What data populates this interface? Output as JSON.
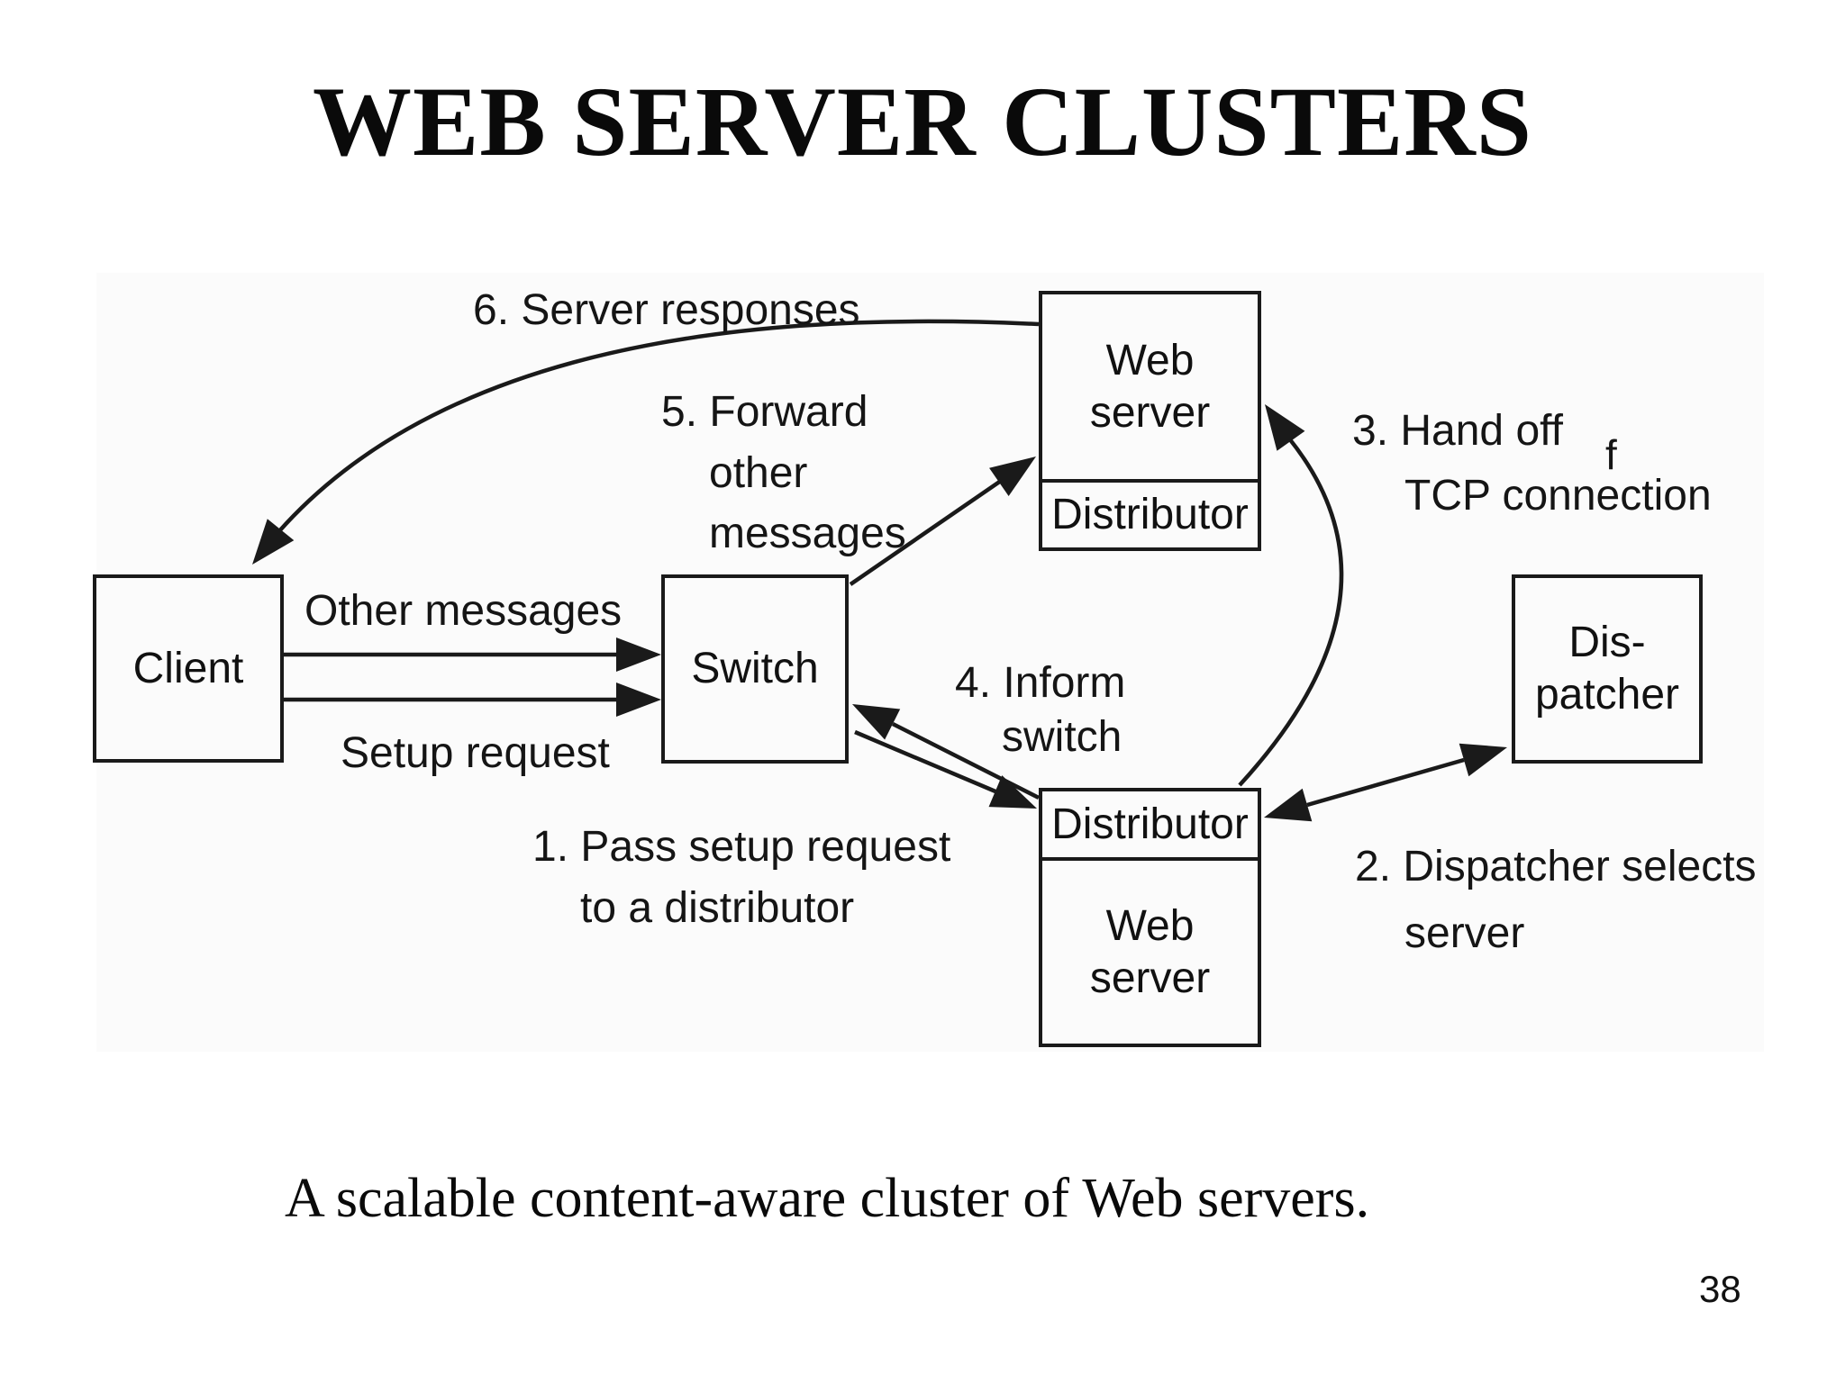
{
  "page": {
    "title": "WEB SERVER CLUSTERS",
    "caption": "A scalable content-aware cluster of Web servers.",
    "page_number": "38"
  },
  "figure": {
    "boxes": {
      "client": {
        "label": "Client"
      },
      "switch": {
        "label": "Switch"
      },
      "web_server_top": {
        "server_label": "Web\nserver",
        "distributor_label": "Distributor"
      },
      "web_server_bottom": {
        "distributor_label": "Distributor",
        "server_label": "Web\nserver"
      },
      "dispatcher": {
        "label": "Dis-\npatcher"
      }
    },
    "edge_labels": {
      "other_messages": "Other messages",
      "setup_request": "Setup request",
      "step1": [
        "1. Pass setup request",
        "to a distributor"
      ],
      "step2": [
        "2. Dispatcher selects",
        "server"
      ],
      "step3": [
        "3. Hand off",
        "TCP connection"
      ],
      "step4": [
        "4. Inform",
        "switch"
      ],
      "step5": [
        "5. Forward",
        "other",
        "messages"
      ],
      "step6": "6. Server responses",
      "stray_glyph": "f"
    },
    "colors": {
      "line": "#1a1a1a",
      "figure_bg": "#fbfbfb",
      "page_bg": "#ffffff",
      "text": "#111111"
    }
  }
}
